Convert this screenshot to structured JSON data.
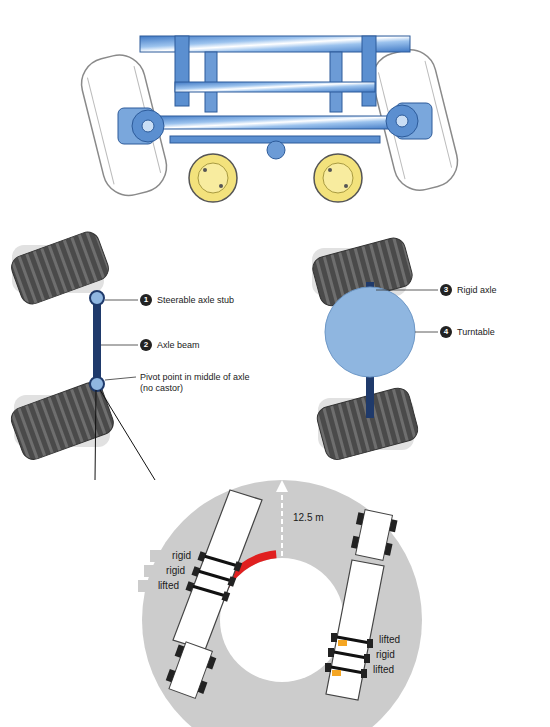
{
  "diagram": {
    "labels": [
      "1",
      "Steerable axle stub",
      "2",
      "Axle beam",
      "Pivot point in middle of axle (no castor)",
      "3",
      "Rigid axle",
      "4",
      "Turntable",
      "12.5 m",
      "rigid",
      "rigid",
      "lifted",
      "lifted",
      "rigid",
      "lifted"
    ]
  }
}
